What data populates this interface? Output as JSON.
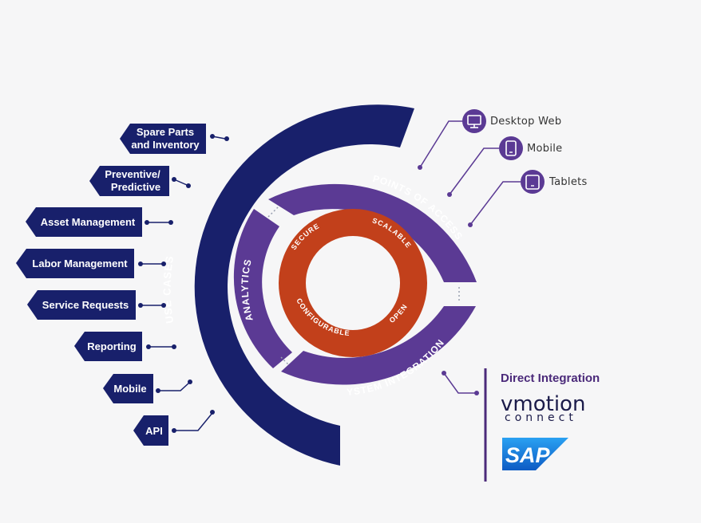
{
  "use_cases": {
    "ring_label": "USE CASES",
    "items": [
      {
        "lines": [
          "Spare Parts",
          "and Inventory"
        ]
      },
      {
        "lines": [
          "Preventive/",
          "Predictive"
        ]
      },
      {
        "lines": [
          "Asset Management"
        ]
      },
      {
        "lines": [
          "Labor Management"
        ]
      },
      {
        "lines": [
          "Service Requests"
        ]
      },
      {
        "lines": [
          "Reporting"
        ]
      },
      {
        "lines": [
          "Mobile"
        ]
      },
      {
        "lines": [
          "API"
        ]
      }
    ]
  },
  "points_of_access": {
    "ring_label": "POINTS OF ACCESS",
    "items": [
      {
        "label": "Desktop Web",
        "icon": "desktop-icon"
      },
      {
        "label": "Mobile",
        "icon": "smartphone-icon"
      },
      {
        "label": "Tablets",
        "icon": "tablet-icon"
      }
    ]
  },
  "analytics": {
    "ring_label": "ANALYTICS"
  },
  "system_integrations": {
    "ring_label": "SYSTEM INTEGRATIONS"
  },
  "core": {
    "labels": [
      "SECURE",
      "SCALABLE",
      "OPEN",
      "CONFIGURABLE"
    ]
  },
  "direct_integration": {
    "title": "Direct Integration",
    "vmotion": {
      "main": "vmotion",
      "sub": "connect"
    },
    "sap": "SAP"
  },
  "colors": {
    "navy": "#18206b",
    "purple": "#5b3a94",
    "orange": "#c2401b",
    "dark_purple": "#4b2a7a",
    "sap_blue": "#1a73d4"
  }
}
